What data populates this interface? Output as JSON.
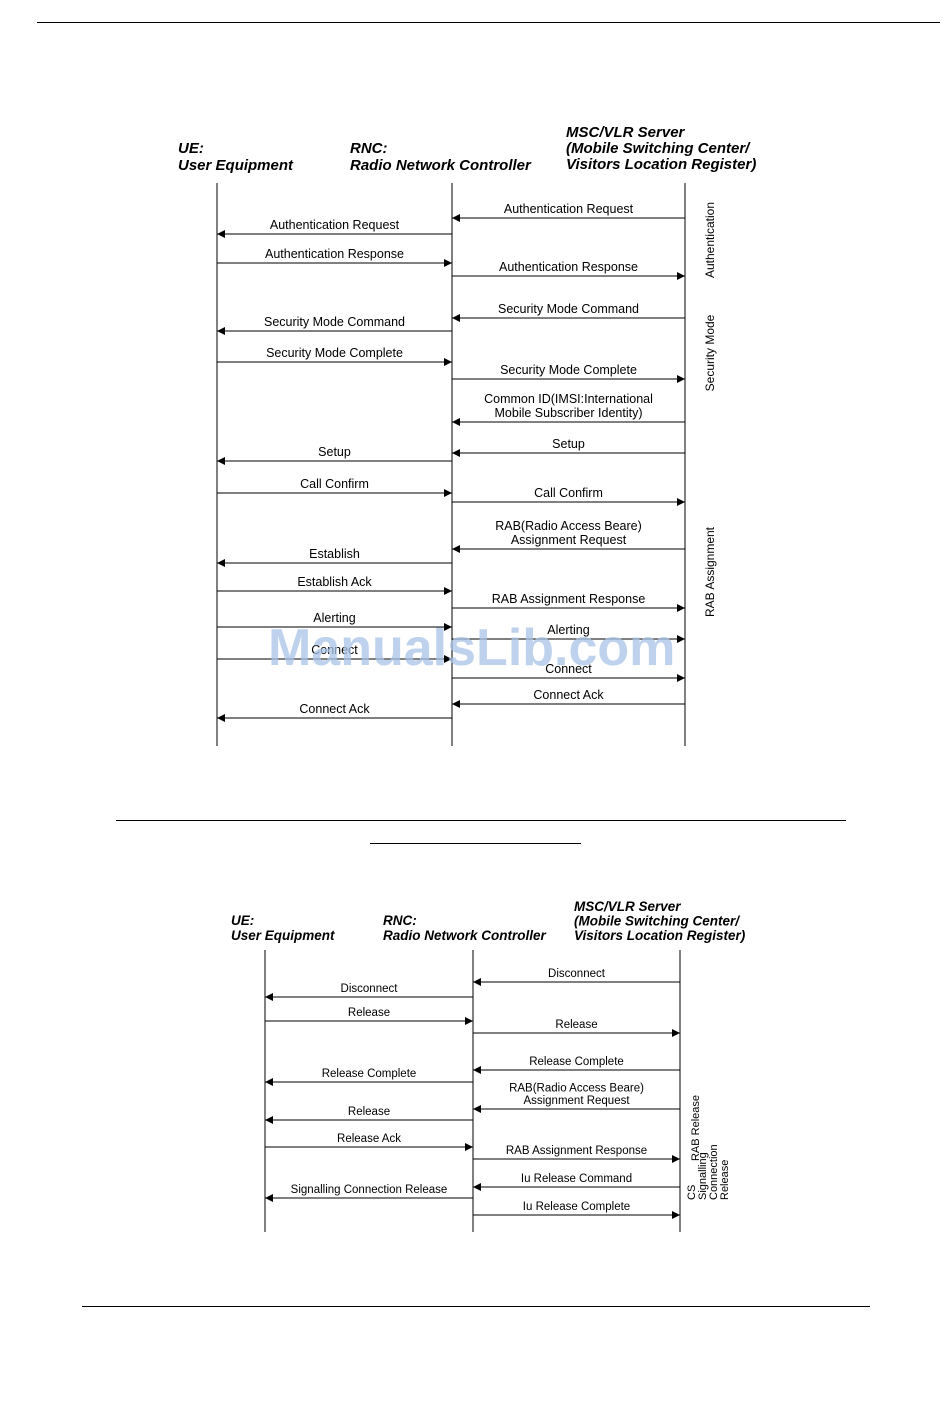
{
  "watermark": "ManualsLib.com",
  "diagram1": {
    "headers": {
      "ue": [
        "UE:",
        "User Equipment"
      ],
      "rnc": [
        "RNC:",
        "Radio Network Controller"
      ],
      "msc": [
        "MSC/VLR Server",
        "(Mobile Switching Center/",
        "Visitors Location Register)"
      ]
    },
    "phases": [
      "Authentication",
      "Security Mode",
      "RAB Assignment"
    ],
    "messages": [
      {
        "from": "msc",
        "to": "rnc",
        "text": [
          "Authentication Request"
        ]
      },
      {
        "from": "rnc",
        "to": "ue",
        "text": [
          "Authentication Request"
        ]
      },
      {
        "from": "ue",
        "to": "rnc",
        "text": [
          "Authentication Response"
        ]
      },
      {
        "from": "rnc",
        "to": "msc",
        "text": [
          "Authentication Response"
        ]
      },
      {
        "from": "msc",
        "to": "rnc",
        "text": [
          "Security Mode Command"
        ]
      },
      {
        "from": "rnc",
        "to": "ue",
        "text": [
          "Security Mode Command"
        ]
      },
      {
        "from": "ue",
        "to": "rnc",
        "text": [
          "Security Mode Complete"
        ]
      },
      {
        "from": "rnc",
        "to": "msc",
        "text": [
          "Security Mode Complete"
        ]
      },
      {
        "from": "msc",
        "to": "rnc",
        "text": [
          "Common ID(IMSI:International",
          "Mobile Subscriber Identity)"
        ]
      },
      {
        "from": "msc",
        "to": "rnc",
        "text": [
          "Setup"
        ]
      },
      {
        "from": "rnc",
        "to": "ue",
        "text": [
          "Setup"
        ]
      },
      {
        "from": "ue",
        "to": "rnc",
        "text": [
          "Call Confirm"
        ]
      },
      {
        "from": "rnc",
        "to": "msc",
        "text": [
          "Call Confirm"
        ]
      },
      {
        "from": "msc",
        "to": "rnc",
        "text": [
          "RAB(Radio Access Beare)",
          "Assignment Request"
        ]
      },
      {
        "from": "rnc",
        "to": "ue",
        "text": [
          "Establish"
        ]
      },
      {
        "from": "ue",
        "to": "rnc",
        "text": [
          "Establish Ack"
        ]
      },
      {
        "from": "rnc",
        "to": "msc",
        "text": [
          "RAB Assignment Response"
        ]
      },
      {
        "from": "ue",
        "to": "rnc",
        "text": [
          "Alerting"
        ]
      },
      {
        "from": "rnc",
        "to": "msc",
        "text": [
          "Alerting"
        ]
      },
      {
        "from": "ue",
        "to": "rnc",
        "text": [
          "Connect"
        ]
      },
      {
        "from": "rnc",
        "to": "msc",
        "text": [
          "Connect"
        ]
      },
      {
        "from": "msc",
        "to": "rnc",
        "text": [
          "Connect Ack"
        ]
      },
      {
        "from": "rnc",
        "to": "ue",
        "text": [
          "Connect Ack"
        ]
      }
    ]
  },
  "diagram2": {
    "headers": {
      "ue": [
        "UE:",
        "User Equipment"
      ],
      "rnc": [
        "RNC:",
        "Radio Network Controller"
      ],
      "msc": [
        "MSC/VLR Server",
        "(Mobile Switching Center/",
        "Visitors Location Register)"
      ]
    },
    "phases": [
      "RAB Release",
      "CS",
      "Signalling",
      "Connection",
      "Release"
    ],
    "messages": [
      {
        "from": "msc",
        "to": "rnc",
        "text": [
          "Disconnect"
        ]
      },
      {
        "from": "rnc",
        "to": "ue",
        "text": [
          "Disconnect"
        ]
      },
      {
        "from": "ue",
        "to": "rnc",
        "text": [
          "Release"
        ]
      },
      {
        "from": "rnc",
        "to": "msc",
        "text": [
          "Release"
        ]
      },
      {
        "from": "msc",
        "to": "rnc",
        "text": [
          "Release Complete"
        ]
      },
      {
        "from": "rnc",
        "to": "ue",
        "text": [
          "Release Complete"
        ]
      },
      {
        "from": "msc",
        "to": "rnc",
        "text": [
          "RAB(Radio Access Beare)",
          "Assignment Request"
        ]
      },
      {
        "from": "rnc",
        "to": "ue",
        "text": [
          "Release"
        ]
      },
      {
        "from": "ue",
        "to": "rnc",
        "text": [
          "Release Ack"
        ]
      },
      {
        "from": "rnc",
        "to": "msc",
        "text": [
          "RAB Assignment Response"
        ]
      },
      {
        "from": "msc",
        "to": "rnc",
        "text": [
          "Iu Release Command"
        ]
      },
      {
        "from": "rnc",
        "to": "ue",
        "text": [
          "Signalling Connection Release"
        ]
      },
      {
        "from": "rnc",
        "to": "msc",
        "text": [
          "Iu Release Complete"
        ]
      }
    ]
  }
}
